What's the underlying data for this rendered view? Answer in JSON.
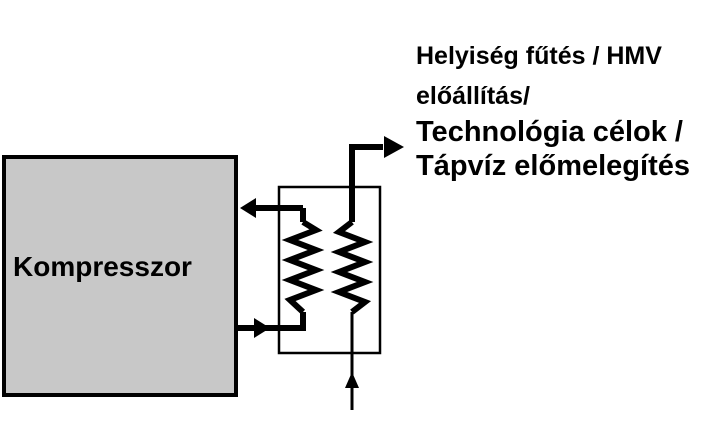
{
  "compressor": {
    "label": "Kompresszor",
    "fill_color": "#c8c8c8"
  },
  "output_label": {
    "line1": "Helyiség fűtés / HMV",
    "line2": "előállítás/",
    "line3": "Technológia célok /",
    "line4": "Tápvíz előmelegítés"
  },
  "colors": {
    "stroke": "#000000",
    "background": "#ffffff"
  }
}
